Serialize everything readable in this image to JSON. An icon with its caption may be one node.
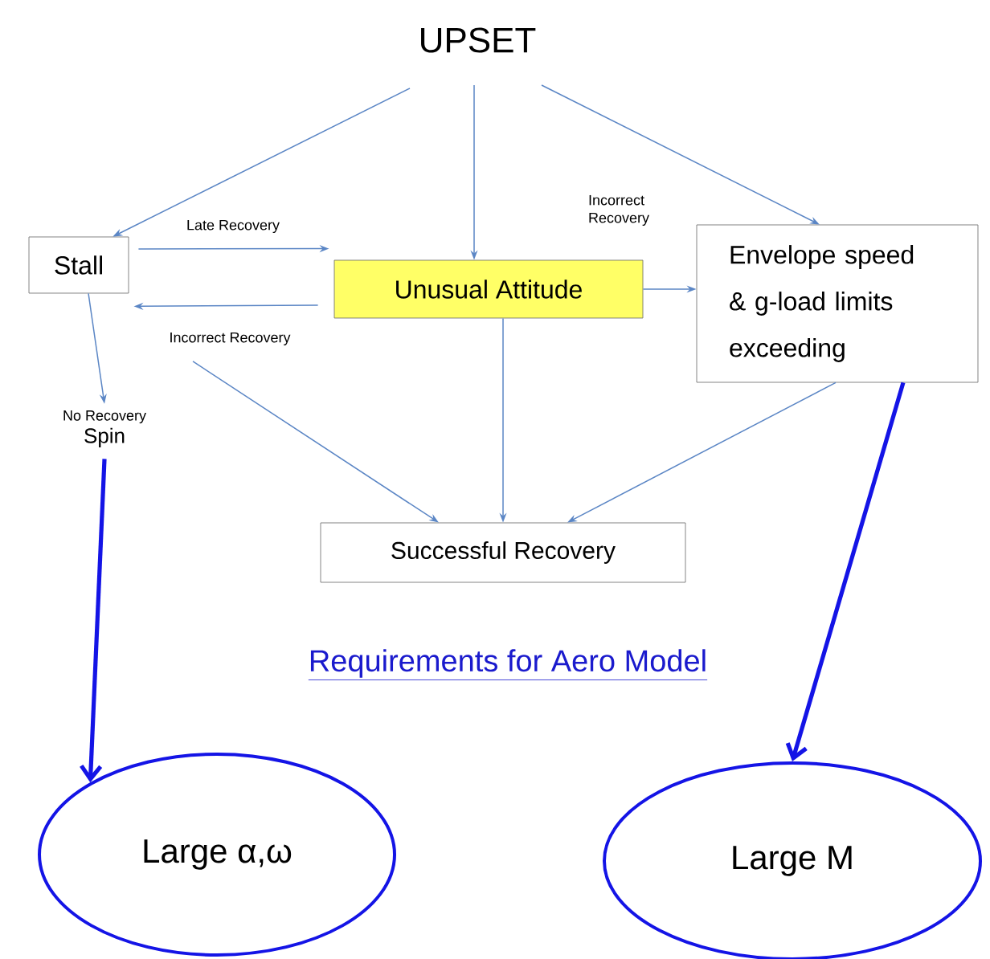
{
  "diagram": {
    "nodes": [
      {
        "text": [
          "UPSET"
        ]
      },
      {
        "text": [
          "Stall"
        ]
      },
      {
        "text": [
          "Unusual Attitude"
        ]
      },
      {
        "text": [
          "Envelope speed & g-load limits exceeding"
        ]
      },
      {
        "text": [
          "No Recovery",
          "Spin"
        ]
      },
      {
        "text": [
          "Successful Recovery"
        ]
      },
      {
        "text": [
          "Large α,ω"
        ]
      },
      {
        "text": [
          "Large M"
        ]
      }
    ],
    "edges": [
      {
        "from": 0,
        "to": 1,
        "arrow": "to"
      },
      {
        "from": 0,
        "to": 2,
        "arrow": "to"
      },
      {
        "from": 0,
        "to": 3,
        "arrow": "to"
      },
      {
        "from": 1,
        "to": 2,
        "arrow": "to",
        "label": "Late Recovery"
      },
      {
        "from": 2,
        "to": 1,
        "arrow": "to",
        "label": "Incorrect Recovery"
      },
      {
        "from": 2,
        "to": 3,
        "arrow": "to",
        "label": "Incorrect Recovery"
      },
      {
        "from": 1,
        "to": 4,
        "arrow": "to"
      },
      {
        "from": null,
        "to": 5,
        "arrow": "to"
      },
      {
        "from": 2,
        "to": 5,
        "arrow": "to"
      },
      {
        "from": 3,
        "to": 5,
        "arrow": "to"
      },
      {
        "from": 4,
        "to": 6,
        "arrow": "to",
        "style": "thick",
        "color": "#1414e6"
      },
      {
        "from": 3,
        "to": 7,
        "arrow": "to",
        "style": "thick",
        "color": "#1414e6"
      }
    ],
    "labels": [
      "Requirements for Aero Model"
    ]
  }
}
